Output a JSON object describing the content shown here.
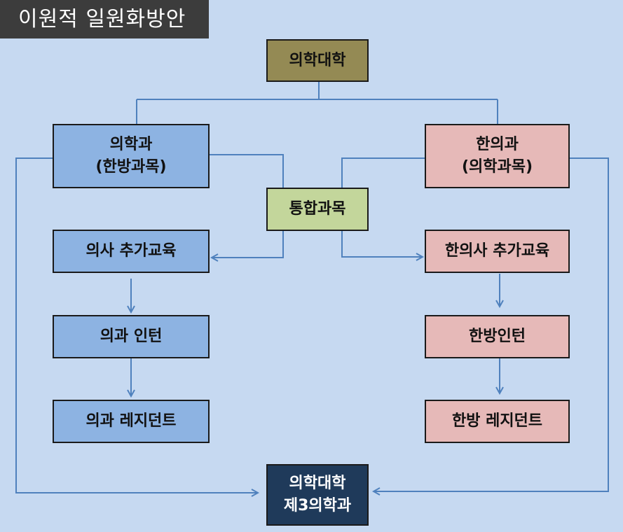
{
  "title": "이원적 일원화방안",
  "colors": {
    "background": "#c6d9f1",
    "college": "#948a54",
    "medicine": "#8db3e2",
    "oriental": "#e6b9b8",
    "integrated": "#c3d69b",
    "third": "#1f3a5a",
    "connector": "#4f81bd"
  },
  "nodes": {
    "college": "의학대학",
    "medicine": "의학과\n(한방과목)",
    "oriental": "한의과\n(의학과목)",
    "integrated": "통합과목",
    "doctor_extra": "의사 추가교육",
    "oriental_extra": "한의사 추가교육",
    "medical_intern": "의과 인턴",
    "oriental_intern": "한방인턴",
    "medical_resident": "의과 레지던트",
    "oriental_resident": "한방 레지던트",
    "third_college": "의학대학\n제3의학과"
  }
}
